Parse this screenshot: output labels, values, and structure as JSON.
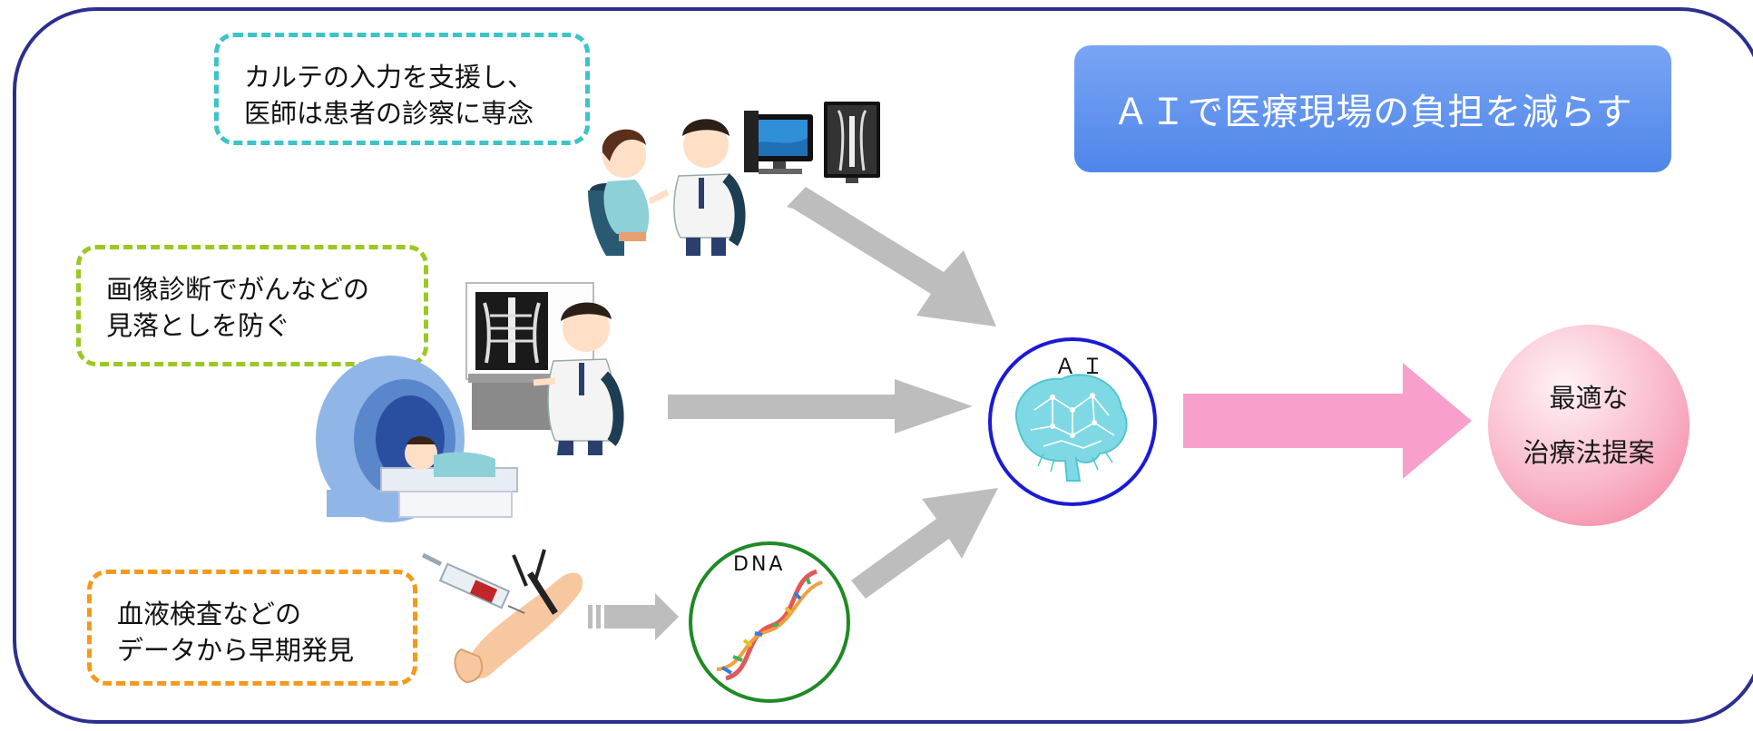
{
  "title": "ＡＩで医療現場の負担を減らす",
  "notes": {
    "karte": [
      "カルテの入力を支援し、",
      "医師は患者の診察に専念"
    ],
    "imaging": [
      "画像診断でがんなどの",
      "見落としを防ぐ"
    ],
    "blood": [
      "血液検査などの",
      "データから早期発見"
    ]
  },
  "ai_label": "ＡＩ",
  "dna_label": "DNA",
  "result": [
    "最適な",
    "治療法提案"
  ],
  "colors": {
    "frame": "#2b2f8f",
    "note_karte": "#3cc4c6",
    "note_imaging": "#9bc822",
    "note_blood": "#f39a1c",
    "title_box": "#5a8ff0",
    "ai_circle": "#1a1ad6",
    "dna_circle": "#1f8a26",
    "gray_arrow": "#bdbdbd",
    "pink_arrow": "#f99fcb",
    "result_circle": "#f48fab"
  },
  "icons": [
    "consultation-illustration",
    "computer-monitor-icon",
    "xray-monitor-icon",
    "mri-scanner-illustration",
    "doctor-xray-illustration",
    "blood-draw-illustration",
    "brain-network-icon",
    "dna-helix-icon"
  ]
}
